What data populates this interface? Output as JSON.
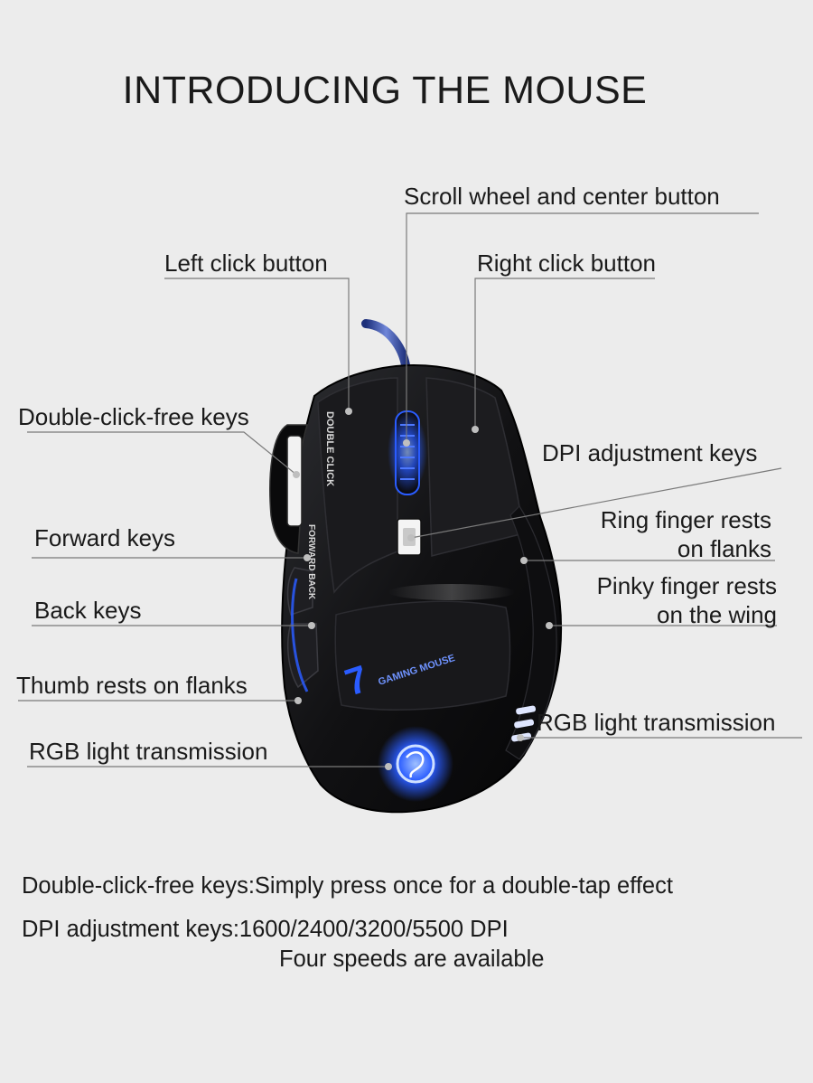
{
  "title": "INTRODUCING THE MOUSE",
  "callouts": {
    "scroll_wheel": "Scroll wheel and center button",
    "left_click": "Left click button",
    "right_click": "Right click button",
    "double_click_free": "Double-click-free keys",
    "dpi_keys": "DPI adjustment keys",
    "forward_keys": "Forward keys",
    "ring_finger_line1": "Ring finger rests",
    "ring_finger_line2": "on flanks",
    "back_keys": "Back keys",
    "pinky_line1": "Pinky finger rests",
    "pinky_line2": "on the wing",
    "thumb_rests": "Thumb rests on flanks",
    "rgb_right": "RGB light transmission",
    "rgb_left": "RGB light transmission"
  },
  "mouse_print": {
    "double_click": "DOUBLE CLICK",
    "forward_back": "FORWARD BACK",
    "gaming_mouse": "GAMING MOUSE",
    "brand_number": "7"
  },
  "descriptions": {
    "line1": "Double-click-free keys:Simply press once for a double-tap effect",
    "line2": "DPI adjustment keys:1600/2400/3200/5500 DPI",
    "line3": "Four speeds are available"
  },
  "colors": {
    "background": "#ececec",
    "mouse_body": "#141416",
    "led_blue": "#2a5cff",
    "leader_line": "#7a7a7a"
  }
}
